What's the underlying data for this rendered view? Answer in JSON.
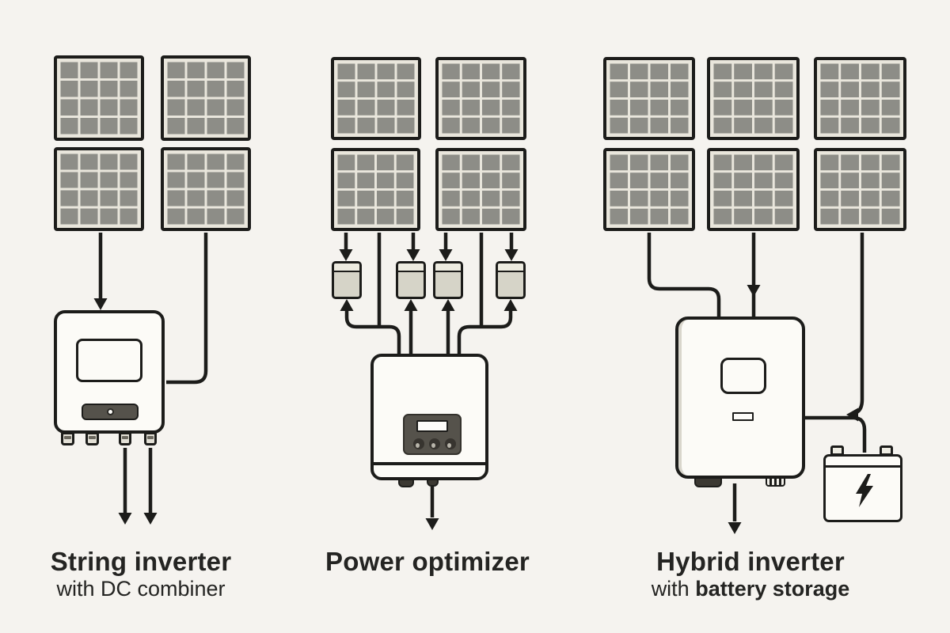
{
  "diagram_title": "",
  "sections": [
    {
      "name": "string-inverter",
      "label": {
        "title": "String inverter",
        "subtitle_regular": "with DC combiner",
        "subtitle_bold": ""
      },
      "solar_panel_count": 4,
      "components": [
        "solar-panel-array-2x2",
        "string-inverter-box",
        "dc-combiner-outputs"
      ]
    },
    {
      "name": "power-optimizer",
      "label": {
        "title": "Power optimizer",
        "subtitle_regular": "",
        "subtitle_bold": ""
      },
      "solar_panel_count": 4,
      "optimizer_count": 4,
      "components": [
        "solar-panel-array-2x2",
        "module-level-optimizers",
        "central-inverter-box"
      ]
    },
    {
      "name": "hybrid-inverter",
      "label": {
        "title": "Hybrid inverter",
        "subtitle_regular": "with ",
        "subtitle_bold": "battery storage"
      },
      "solar_panel_count": 6,
      "has_battery": true,
      "components": [
        "solar-panel-array-3x2",
        "hybrid-inverter-box",
        "battery"
      ]
    }
  ],
  "icons": {
    "battery": "lightning-bolt-icon",
    "flow": "arrowheads-indicating-power-flow"
  },
  "colors": {
    "background": "#f5f3ef",
    "line": "#1c1c1a",
    "panel_cell": "#8d8d87",
    "panel_gap": "#e9e6dc",
    "device_fill": "#fcfbf7",
    "control_dark": "#55524b",
    "optimizer_body": "#d6d4c8",
    "optimizer_band": "#edebe0",
    "text": "#242422"
  }
}
